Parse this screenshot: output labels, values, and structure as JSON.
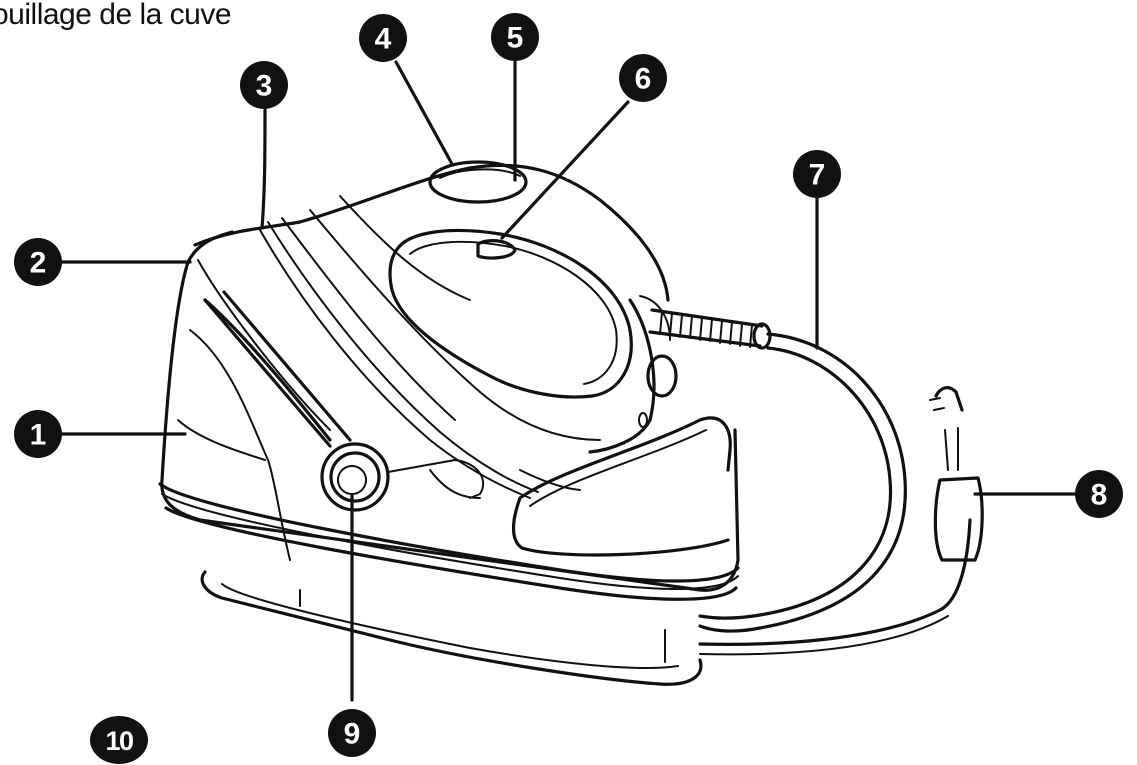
{
  "caption": "ouillage de la cuve",
  "markers": [
    "1",
    "2",
    "3",
    "4",
    "5",
    "6",
    "7",
    "8",
    "9",
    "10"
  ]
}
